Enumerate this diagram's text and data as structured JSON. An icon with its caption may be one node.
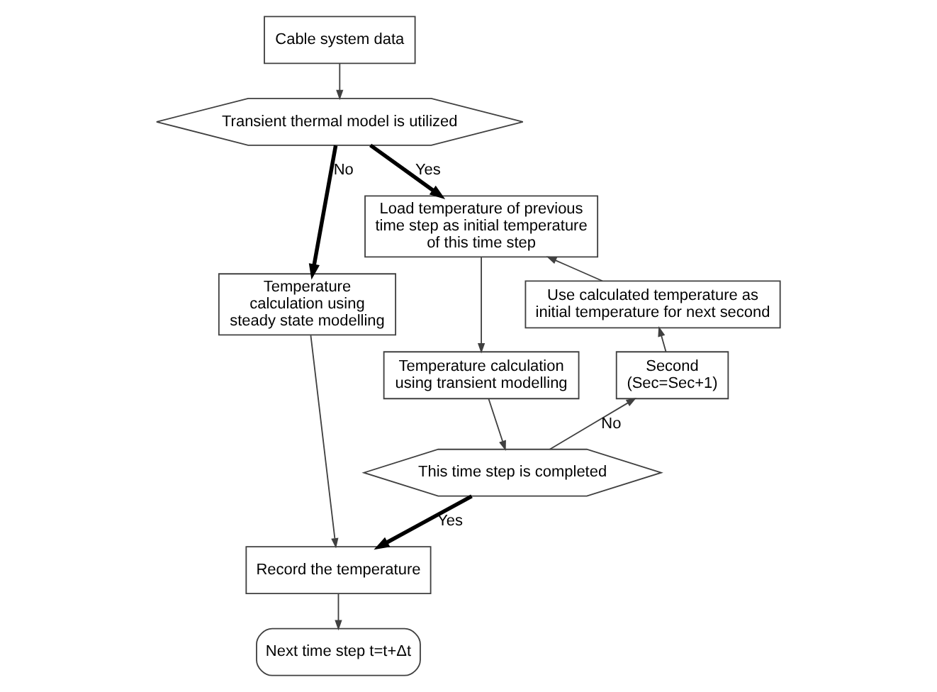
{
  "diagram": {
    "nodes": [
      {
        "text": [
          "Cable system data"
        ]
      },
      {
        "text": [
          "Transient thermal model is utilized"
        ]
      },
      {
        "text": [
          "Temperature calculation using steady state modelling"
        ]
      },
      {
        "text": [
          "Load temperature of previous time step as initial temperature of this time step"
        ]
      },
      {
        "text": [
          "Use calculated temperature as initial temperature for next second"
        ]
      },
      {
        "text": [
          "Temperature calculation using transient modelling"
        ]
      },
      {
        "text": [
          "Second (Sec=Sec+1)"
        ]
      },
      {
        "text": [
          "This time step is completed"
        ]
      },
      {
        "text": [
          "Record the temperature"
        ]
      },
      {
        "text": [
          "Next time step t=t+Δt"
        ]
      }
    ],
    "edges": [
      {
        "from": 0,
        "to": 1,
        "arrow": "to"
      },
      {
        "from": 1,
        "to": 2,
        "arrow": "to",
        "label": "No",
        "style": "thick"
      },
      {
        "from": 1,
        "to": 3,
        "arrow": "to",
        "label": "Yes",
        "style": "thick"
      },
      {
        "from": 3,
        "to": 5,
        "arrow": "to"
      },
      {
        "from": 5,
        "to": 7,
        "arrow": "to"
      },
      {
        "from": 7,
        "to": 6,
        "arrow": "to",
        "label": "No"
      },
      {
        "from": 6,
        "to": 4,
        "arrow": "to"
      },
      {
        "from": 4,
        "to": 3,
        "arrow": "to"
      },
      {
        "from": 7,
        "to": 8,
        "arrow": "to",
        "label": "Yes",
        "style": "thick"
      },
      {
        "from": 2,
        "to": 8,
        "arrow": "to"
      },
      {
        "from": 8,
        "to": 9,
        "arrow": "to"
      }
    ]
  }
}
